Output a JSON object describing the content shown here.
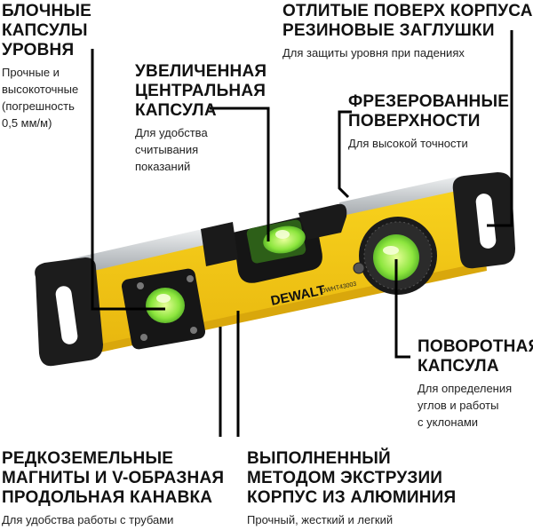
{
  "callouts": {
    "block_vials": {
      "title_lines": [
        "БЛОЧНЫЕ",
        "КАПСУЛЫ",
        "УРОВНЯ"
      ],
      "desc_lines": [
        "Прочные и",
        "высокоточные",
        "(погрешность",
        "0,5 мм/м)"
      ]
    },
    "central_vial": {
      "title_lines": [
        "УВЕЛИЧЕННАЯ",
        "ЦЕНТРАЛЬНАЯ",
        "КАПСУЛА"
      ],
      "desc_lines": [
        "Для удобства",
        "считывания",
        "показаний"
      ]
    },
    "rubber_caps": {
      "title_lines": [
        "ОТЛИТЫЕ ПОВЕРХ КОРПУСА",
        "РЕЗИНОВЫЕ ЗАГЛУШКИ"
      ],
      "desc_lines": [
        "Для защиты уровня при падениях"
      ]
    },
    "milled_surfaces": {
      "title_lines": [
        "ФРЕЗЕРОВАННЫЕ",
        "ПОВЕРХНОСТИ"
      ],
      "desc_lines": [
        "Для высокой точности"
      ]
    },
    "rotary_vial": {
      "title_lines": [
        "ПОВОРОТНАЯ",
        "КАПСУЛА"
      ],
      "desc_lines": [
        "Для определения",
        "углов и работы",
        "с уклонами"
      ]
    },
    "magnets": {
      "title_lines": [
        "РЕДКОЗЕМЕЛЬНЫЕ",
        "МАГНИТЫ И V-ОБРАЗНАЯ",
        "ПРОДОЛЬНАЯ КАНАВКА"
      ],
      "desc_lines": [
        "Для удобства работы с трубами"
      ]
    },
    "extrusion": {
      "title_lines": [
        "ВЫПОЛНЕННЫЙ",
        "МЕТОДОМ ЭКСТРУЗИИ",
        "КОРПУС ИЗ АЛЮМИНИЯ"
      ],
      "desc_lines": [
        "Прочный, жесткий и легкий"
      ]
    }
  },
  "product": {
    "brand": "DEWALT",
    "model": "DWHT43003"
  },
  "colors": {
    "body_yellow": "#f2c313",
    "body_shadow": "#d9a70c",
    "rubber_black": "#1c1c1c",
    "vial_green": "#7de33a",
    "milled_silver": "#cfd2d4",
    "leader": "#000000"
  }
}
